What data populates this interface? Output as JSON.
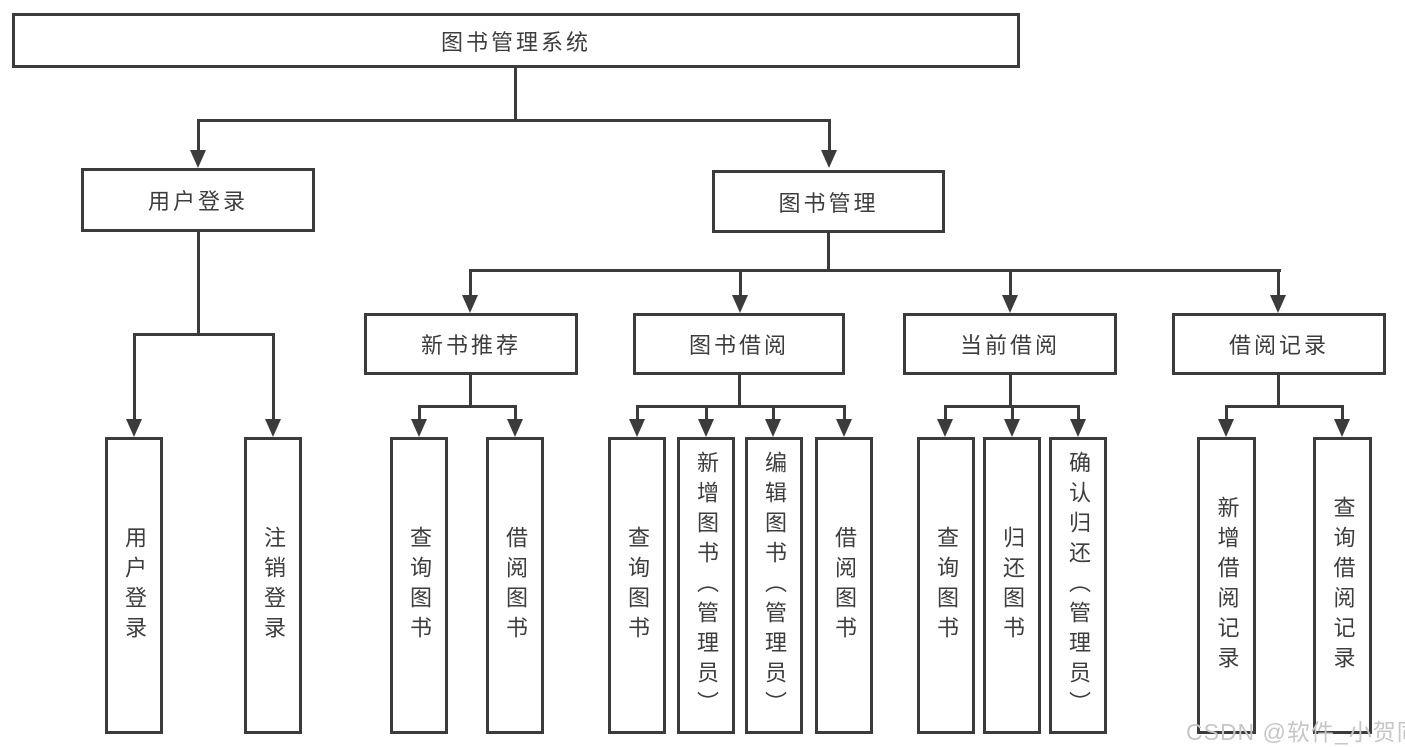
{
  "root": {
    "label": "图书管理系统"
  },
  "level2": {
    "user_login": "用户登录",
    "book_management": "图书管理"
  },
  "level3": {
    "new_book_recommend": "新书推荐",
    "book_borrow": "图书借阅",
    "current_borrow": "当前借阅",
    "borrow_records": "借阅记录"
  },
  "leaves": {
    "user_login": "用户登录",
    "logout": "注销登录",
    "recommend_query_books": "查询图书",
    "recommend_borrow_books": "借阅图书",
    "borrow_query_books": "查询图书",
    "borrow_add_books_admin": "新增图书（管理员）",
    "borrow_edit_books_admin": "编辑图书（管理员）",
    "borrow_borrow_books": "借阅图书",
    "current_query_books": "查询图书",
    "current_return_books": "归还图书",
    "current_confirm_return_admin": "确认归还（管理员）",
    "records_add_record": "新增借阅记录",
    "records_query_record": "查询借阅记录"
  },
  "watermark": "CSDN @软件_小贺同学",
  "colors": {
    "line": "#3b3b3b",
    "text": "#3d3d3d",
    "watermark": "#c6c6c6",
    "background": "#ffffff"
  }
}
